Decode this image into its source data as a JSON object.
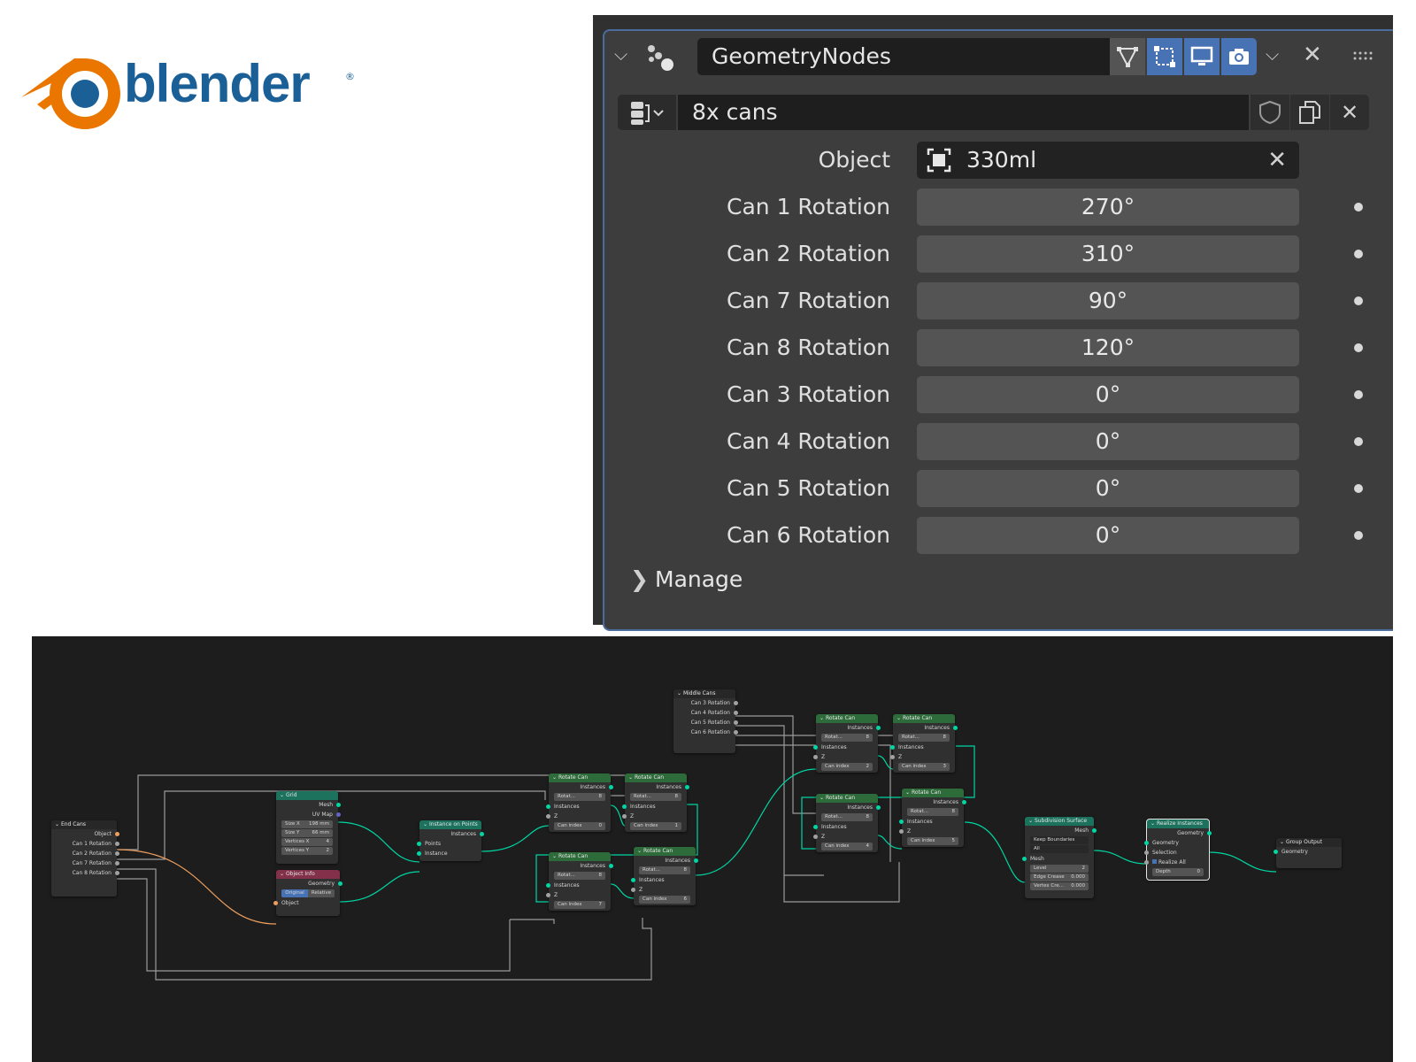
{
  "logo": {
    "wordmark": "blender",
    "reg_mark": "®"
  },
  "modifier_panel": {
    "name": "GeometryNodes",
    "node_group": "8x cans",
    "object_label": "Object",
    "object_value": "330ml",
    "inputs": [
      {
        "label": "Can 1 Rotation",
        "value": "270°"
      },
      {
        "label": "Can 2 Rotation",
        "value": "310°"
      },
      {
        "label": "Can 7 Rotation",
        "value": "90°"
      },
      {
        "label": "Can 8 Rotation",
        "value": "120°"
      },
      {
        "label": "Can 3 Rotation",
        "value": "0°"
      },
      {
        "label": "Can 4 Rotation",
        "value": "0°"
      },
      {
        "label": "Can 5 Rotation",
        "value": "0°"
      },
      {
        "label": "Can 6 Rotation",
        "value": "0°"
      }
    ],
    "manage_label": "Manage",
    "colors": {
      "accent": "#4772b3",
      "panel_border": "#4a6d9e"
    }
  },
  "node_editor": {
    "end_cans": {
      "title": "End Cans",
      "sockets": [
        "Object",
        "Can 1 Rotation",
        "Can 2 Rotation",
        "Can 7 Rotation",
        "Can 8 Rotation"
      ]
    },
    "middle_cans": {
      "title": "Middle Cans",
      "sockets": [
        "Can 3 Rotation",
        "Can 4 Rotation",
        "Can 5 Rotation",
        "Can 6 Rotation"
      ]
    },
    "grid": {
      "title": "Grid",
      "outputs": [
        "Mesh",
        "UV Map"
      ],
      "fields": [
        "Size X",
        "198 mm",
        "Size Y",
        "66 mm",
        "Vertices X",
        "4",
        "Vertices Y",
        "2"
      ]
    },
    "object_info": {
      "title": "Object Info",
      "output": "Geometry",
      "modes": [
        "Original",
        "Relative"
      ],
      "input": "Object"
    },
    "instance_on_points": {
      "title": "Instance on Points",
      "output": "Instances",
      "inputs": [
        "Points",
        "Instance"
      ]
    },
    "rotate_can": {
      "title": "Rotate Can",
      "output": "Instances",
      "group_field": "Rotat...",
      "users": "8",
      "inputs": [
        "Instances",
        "Z"
      ],
      "index_label": "Can index"
    },
    "rotate_nodes": [
      {
        "index": "0"
      },
      {
        "index": "1"
      },
      {
        "index": "7"
      },
      {
        "index": "6"
      },
      {
        "index": "2"
      },
      {
        "index": "3"
      },
      {
        "index": "4"
      },
      {
        "index": "5"
      }
    ],
    "subdivision": {
      "title": "Subdivision Surface",
      "output": "Mesh",
      "boundary": "Keep Boundaries",
      "uv": "All",
      "input": "Mesh",
      "fields": [
        "Level",
        "2",
        "Edge Crease",
        "0.000",
        "Vertex Cre...",
        "0.000"
      ]
    },
    "realize": {
      "title": "Realize Instances",
      "output": "Geometry",
      "inputs": [
        "Geometry",
        "Selection",
        "Realize All",
        "Depth"
      ],
      "depth": "0"
    },
    "group_output": {
      "title": "Group Output",
      "input": "Geometry"
    }
  }
}
